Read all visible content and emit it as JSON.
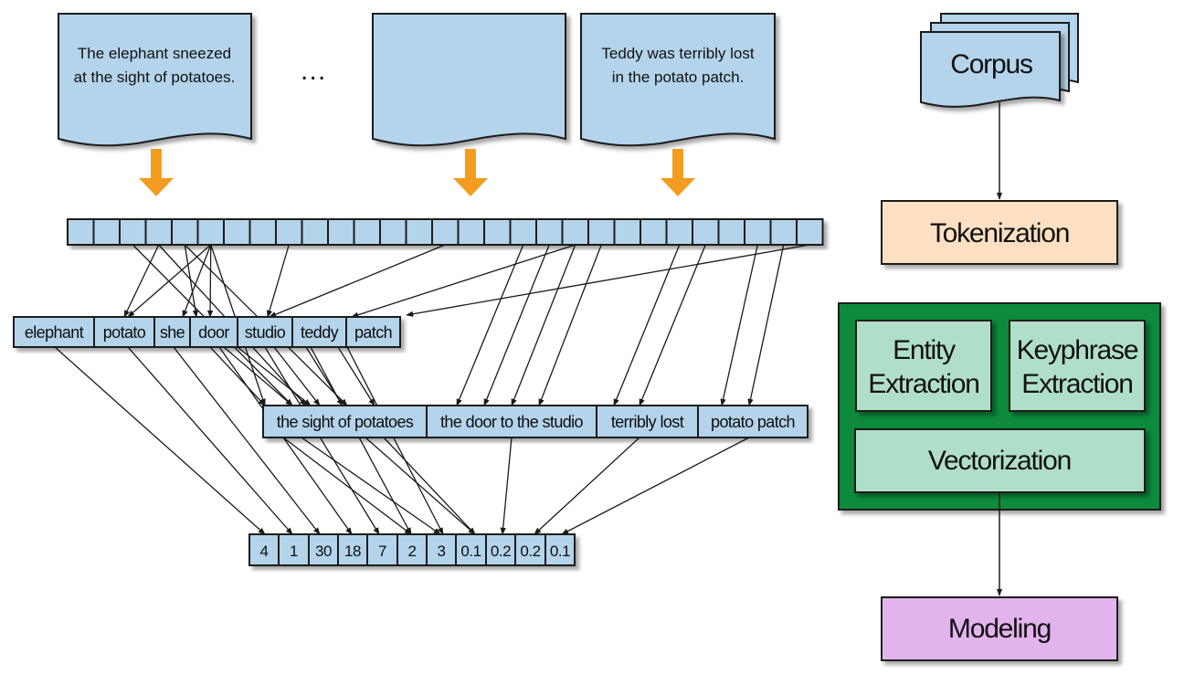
{
  "documents": [
    {
      "lines": [
        "The elephant sneezed",
        "at the sight of potatoes."
      ]
    },
    {
      "lines": [
        "",
        ""
      ]
    },
    {
      "lines": [
        "Teddy was terribly lost",
        "in the potato patch."
      ]
    }
  ],
  "ellipsis": "…",
  "tokens": [
    "elephant",
    "potato",
    "she",
    "door",
    "studio",
    "teddy",
    "patch"
  ],
  "phrases": [
    "the sight of potatoes",
    "the door to the studio",
    "terribly lost",
    "potato patch"
  ],
  "vector": [
    "4",
    "1",
    "30",
    "18",
    "7",
    "2",
    "3",
    "0.1",
    "0.2",
    "0.2",
    "0.1"
  ],
  "pipeline": {
    "corpus": "Corpus",
    "tokenization": "Tokenization",
    "entity": [
      "Entity",
      "Extraction"
    ],
    "keyphrase": [
      "Keyphrase",
      "Extraction"
    ],
    "vectorization": "Vectorization",
    "modeling": "Modeling"
  },
  "colors": {
    "doc_fill": "#b3d4ea",
    "arrow_orange": "#f39c1f",
    "tokenization_fill": "#fde0c1",
    "green_frame": "#0e8a3a",
    "green_inner": "#b0dfc9",
    "modeling_fill": "#e2b3ec",
    "stroke": "#1a1a1a"
  }
}
